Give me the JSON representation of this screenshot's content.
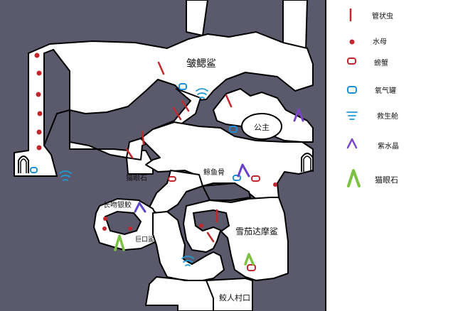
{
  "legend": {
    "items": [
      {
        "icon": "red-vertical-bar-icon",
        "label": "管状虫",
        "color": "#c0282d"
      },
      {
        "icon": "red-dot-icon",
        "label": "水母",
        "color": "#c0282d"
      },
      {
        "icon": "red-ring-icon",
        "label": "螃蟹",
        "color": "#c0282d"
      },
      {
        "icon": "blue-ring-icon",
        "label": "氧气罐",
        "color": "#1e8fd6"
      },
      {
        "icon": "wifi-lines-icon",
        "label": "救生舱",
        "color": "#1e9bd6"
      },
      {
        "icon": "purple-caret-icon",
        "label": "紫水晶",
        "color": "#7b45c6"
      },
      {
        "icon": "green-caret-icon",
        "label": "猫眼石",
        "color": "#7cc142"
      }
    ]
  },
  "map": {
    "colors": {
      "rock": "#5a5a6c",
      "tunnel": "#ffffff",
      "outline": "#000000"
    },
    "labels": {
      "bay_top": "皱鳃鲨",
      "princess": "公主",
      "cat_eye_stone": "猫眼石",
      "whale_bone": "鲸鱼骨",
      "longnose_eel": "长吻银鲛",
      "giant_mouth_shark": "巨口鲨",
      "cigar_shark": "雪茄达摩鲨",
      "mermaid_village": "鲛人村口"
    }
  }
}
